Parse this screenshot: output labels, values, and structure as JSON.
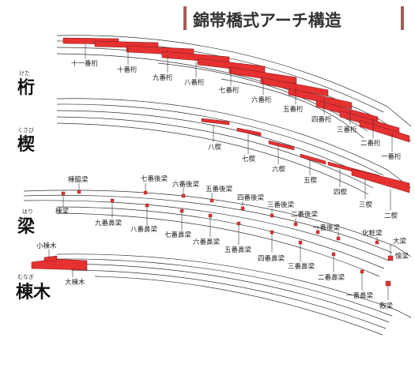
{
  "title": "錦帯橋式アーチ構造",
  "colors": {
    "accent": "#e63131",
    "title_bar": "#a25f5a",
    "line": "#333333"
  },
  "sections": {
    "keta": {
      "name": "桁",
      "ruby": "けた"
    },
    "kusabi": {
      "name": "楔",
      "ruby": "くさび"
    },
    "hari": {
      "name": "梁",
      "ruby": "はり"
    },
    "munagi": {
      "name": "棟木",
      "ruby": "むなぎ"
    }
  },
  "keta_labels": [
    "十一番桁",
    "十番桁",
    "九番桁",
    "八番桁",
    "七番桁",
    "六番桁",
    "五番桁",
    "四番桁",
    "三番桁",
    "二番桁",
    "一番桁"
  ],
  "kusabi_labels": [
    "八楔",
    "七楔",
    "六楔",
    "五楔",
    "四楔",
    "三楔",
    "二楔"
  ],
  "hari_upper_labels": [
    "棟脇梁",
    "七番後梁",
    "六番後梁",
    "五番後梁",
    "四番後梁",
    "三番後梁",
    "二番後梁",
    "一番後梁",
    "化粧梁",
    "大梁"
  ],
  "hari_lower_labels": [
    "棟梁",
    "九番鼻梁",
    "八番鼻梁",
    "七番鼻梁",
    "六番鼻梁",
    "五番鼻梁",
    "四番鼻梁",
    "三番鼻梁",
    "二番鼻梁",
    "一番鼻梁",
    "敷梁",
    "懐梁"
  ],
  "munagi_labels": {
    "small": "小棟木",
    "large": "大棟木"
  }
}
